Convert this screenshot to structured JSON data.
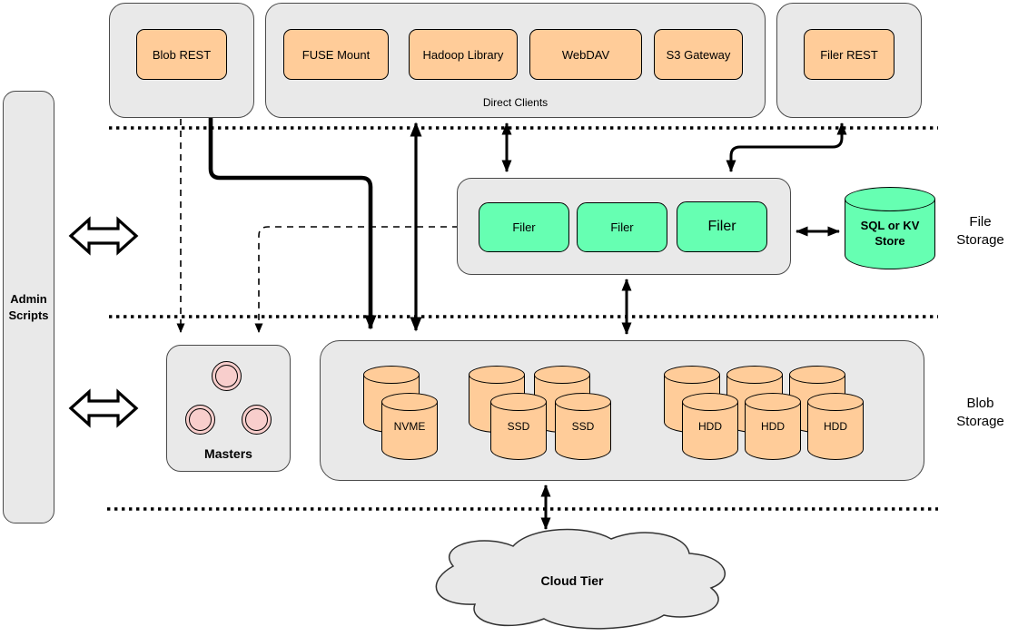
{
  "colors": {
    "panel": "#e9e9e9",
    "orange": "#ffcc99",
    "green": "#66ffb2",
    "pink": "#f8cecc",
    "line": "#000000"
  },
  "admin": {
    "label": "Admin\nScripts"
  },
  "top": {
    "blob_rest": "Blob REST",
    "direct_clients": {
      "label": "Direct Clients",
      "items": [
        "FUSE Mount",
        "Hadoop Library",
        "WebDAV",
        "S3 Gateway"
      ]
    },
    "filer_rest": "Filer REST"
  },
  "file_tier": {
    "filers": [
      "Filer",
      "Filer",
      "Filer"
    ],
    "store": "SQL or KV\nStore",
    "section_label": "File\nStorage"
  },
  "blob_tier": {
    "masters_label": "Masters",
    "volumes": [
      "NVME",
      "SSD",
      "SSD",
      "HDD",
      "HDD",
      "HDD"
    ],
    "section_label": "Blob\nStorage"
  },
  "cloud": {
    "label": "Cloud Tier"
  }
}
